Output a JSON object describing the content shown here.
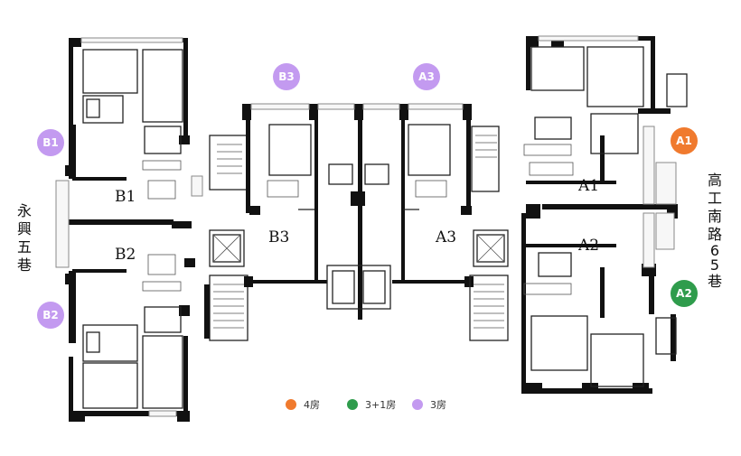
{
  "units": {
    "A1": "A1",
    "A2": "A2",
    "A3": "A3",
    "B1": "B1",
    "B2": "B2",
    "B3": "B3"
  },
  "badges": {
    "A1": {
      "label": "A1",
      "color": "#f07a2e"
    },
    "A2": {
      "label": "A2",
      "color": "#2f9c4c"
    },
    "A3": {
      "label": "A3",
      "color": "#c39af0"
    },
    "B1": {
      "label": "B1",
      "color": "#c39af0"
    },
    "B2": {
      "label": "B2",
      "color": "#c39af0"
    },
    "B3": {
      "label": "B3",
      "color": "#c39af0"
    }
  },
  "streets": {
    "west": [
      "永",
      "興",
      "五",
      "巷"
    ],
    "east": [
      "高",
      "工",
      "南",
      "路",
      "6",
      "5",
      "巷"
    ]
  },
  "legend": [
    {
      "label": "4房",
      "color": "#f07a2e"
    },
    {
      "label": "3+1房",
      "color": "#2f9c4c"
    },
    {
      "label": "3房",
      "color": "#c39af0"
    }
  ]
}
